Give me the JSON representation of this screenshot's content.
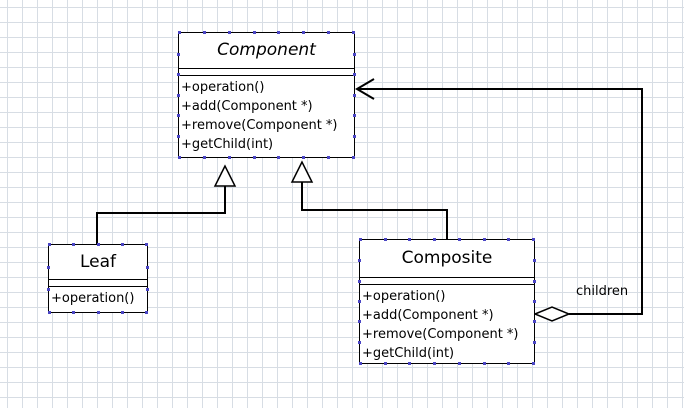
{
  "diagram": {
    "classes": {
      "component": {
        "name": "Component",
        "operations": [
          "+operation()",
          "+add(Component *)",
          "+remove(Component *)",
          "+getChild(int)"
        ]
      },
      "leaf": {
        "name": "Leaf",
        "operations": [
          "+operation()"
        ]
      },
      "composite": {
        "name": "Composite",
        "operations": [
          "+operation()",
          "+add(Component *)",
          "+remove(Component *)",
          "+getChild(int)"
        ]
      }
    },
    "relations": {
      "leaf_generalization": {
        "type": "generalization",
        "from": "Leaf",
        "to": "Component"
      },
      "composite_generalization": {
        "type": "generalization",
        "from": "Composite",
        "to": "Component"
      },
      "children_aggregation": {
        "type": "aggregation",
        "whole": "Composite",
        "part": "Component",
        "label": "children"
      }
    }
  }
}
